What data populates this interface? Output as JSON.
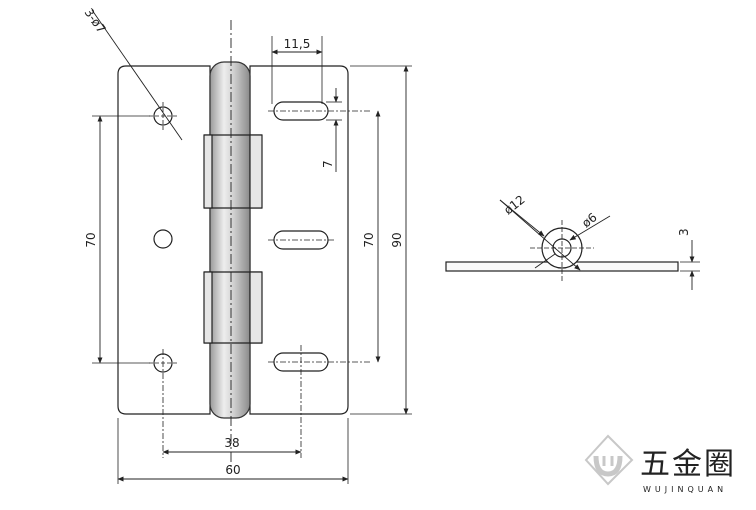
{
  "drawing": {
    "front_view": {
      "holes_callout": "3-ø7",
      "slot_offset": "11,5",
      "slot_length": "7",
      "hole_spacing_left": "70",
      "slot_spacing_right": "70",
      "plate_height": "90",
      "hole_to_slot": "38",
      "plate_width": "60"
    },
    "side_view": {
      "knuckle_outer": "ø12",
      "pin": "ø6",
      "leaf_thickness": "3"
    }
  },
  "watermark": {
    "brand_cn": "五金圈",
    "brand_en": "WUJINQUAN"
  },
  "colors": {
    "line": "#222222",
    "hidden_line": "#333333",
    "knuckle_fill": "#d0d0d0",
    "watermark": "#c8c8c8"
  }
}
